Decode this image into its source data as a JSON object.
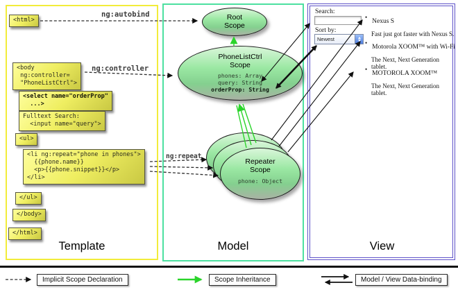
{
  "panels": {
    "template": {
      "title": "Template"
    },
    "model": {
      "title": "Model"
    },
    "view": {
      "title": "View"
    }
  },
  "arrow_labels": {
    "autobind": "ng:autobind",
    "controller": "ng:controller",
    "repeat": "ng:repeat"
  },
  "template_code": {
    "html_open": "<html>",
    "body_open": "<body\n ng:controller=\n \"PhoneListCtrl\">",
    "select_tag": "<select name=\"orderProp\"\n  ...>",
    "fulltext": "Fulltext Search:\n  <input name=\"query\">",
    "ul_open": "<ul>",
    "li_repeat": "<li ng:repeat=\"phone in phones\">\n  {{phone.name}}\n  <p>{{phone.snippet}}</p>\n</li>",
    "ul_close": "</ul>",
    "body_close": "</body>",
    "html_close": "</html>"
  },
  "model": {
    "root_scope": {
      "title": "Root\nScope"
    },
    "phone_list_ctrl": {
      "title": "PhoneListCtrl\nScope",
      "prop_phones": "phones: Array",
      "prop_query": "query: String",
      "prop_order": "orderProp: String"
    },
    "repeater": {
      "title": "Repeater\nScope",
      "prop_phone": "phone: Object"
    }
  },
  "view": {
    "search_label": "Search:",
    "search_value": "",
    "sort_label": "Sort by:",
    "sort_value": "Newest",
    "phones": [
      {
        "name": "Nexus S",
        "snippet": "Fast just got faster with Nexus S."
      },
      {
        "name": "Motorola XOOM™ with Wi-Fi",
        "snippet": "The Next, Next Generation tablet."
      },
      {
        "name": "MOTOROLA XOOM™",
        "snippet": "The Next, Next Generation tablet."
      }
    ]
  },
  "legend": {
    "implicit": "Implicit Scope Declaration",
    "inheritance": "Scope Inheritance",
    "binding": "Model / View Data-binding"
  },
  "colors": {
    "template_border": "#f2ec3a",
    "model_border": "#4ce0a0",
    "view_border": "#5c50c8",
    "scope_green": "#9be8a3",
    "code_box_yellow": "#efee61",
    "inheritance_green": "#2bd42b"
  }
}
